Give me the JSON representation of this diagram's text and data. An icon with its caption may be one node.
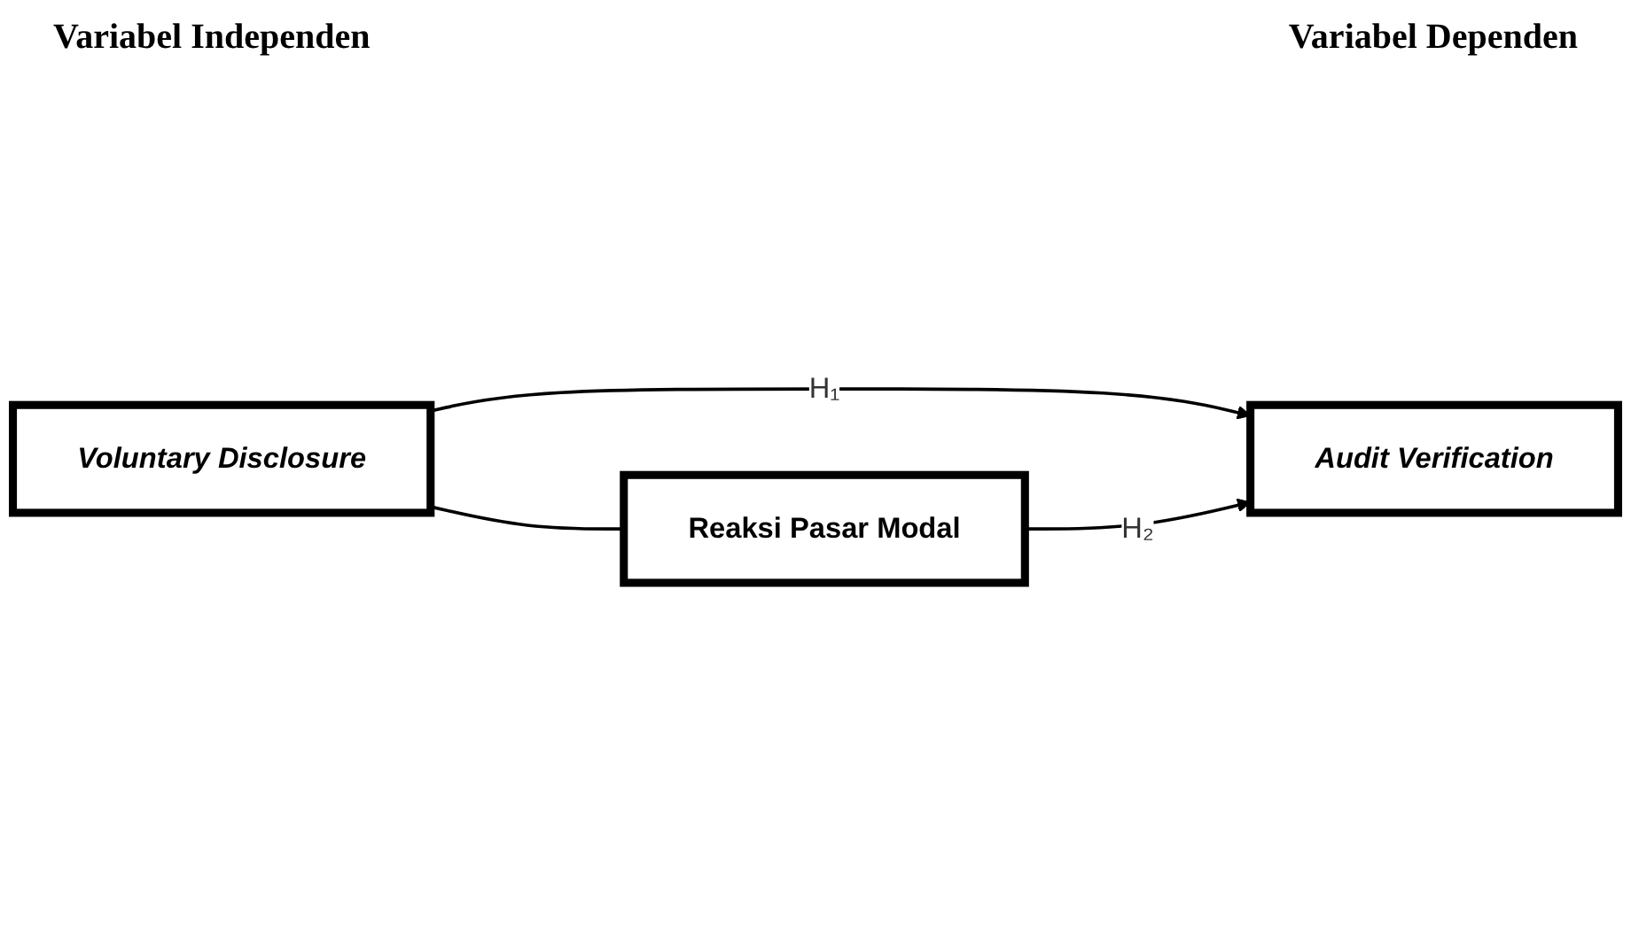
{
  "diagram": {
    "nodes": [
      {
        "text": [
          "Voluntary Disclosure"
        ]
      },
      {
        "text": [
          "Reaksi Pasar Modal"
        ]
      },
      {
        "text": [
          "Audit Verification"
        ]
      }
    ],
    "edges": [
      {
        "from": 0,
        "to": 2,
        "arrow": "to",
        "label": "H₁"
      },
      {
        "from": 1,
        "to": 2,
        "arrow": "to",
        "label": "H₂"
      },
      {
        "from": 0,
        "to": 1,
        "arrow": "none"
      }
    ],
    "labels": [
      "Variabel Independen",
      "Variabel Dependen"
    ]
  }
}
